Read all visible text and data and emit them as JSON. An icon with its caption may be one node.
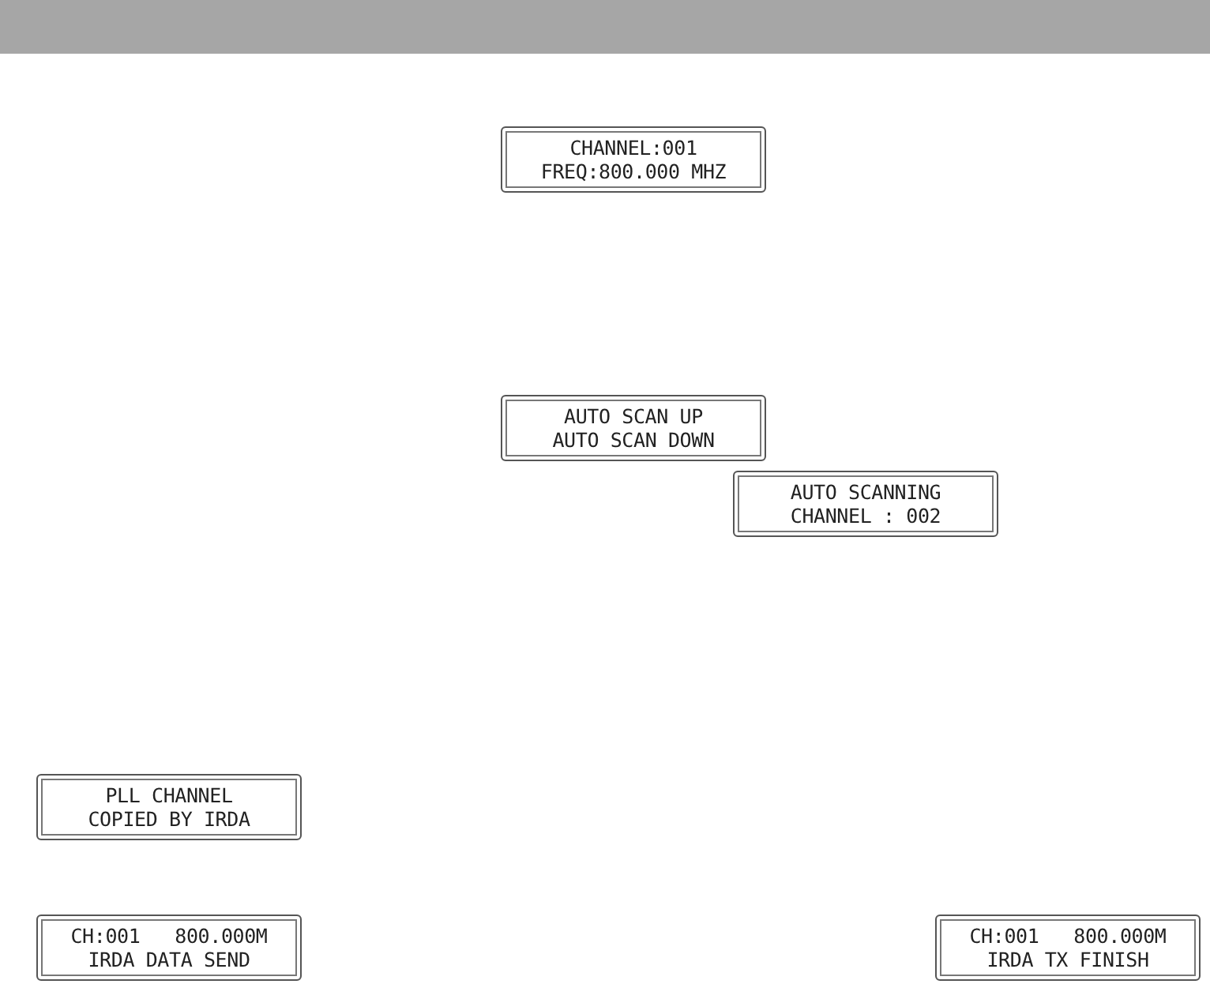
{
  "diagram": {
    "nodes": [
      {
        "text": [
          "CHANNEL:001",
          "FREQ:800.000 MHZ"
        ]
      },
      {
        "text": [
          "AUTO SCAN UP",
          "AUTO SCAN DOWN"
        ]
      },
      {
        "text": [
          "AUTO SCANNING",
          "CHANNEL : 002"
        ]
      },
      {
        "text": [
          "PLL CHANNEL",
          "COPIED BY IRDA"
        ]
      },
      {
        "text": [
          "CH:001   800.000M",
          "IRDA DATA SEND"
        ]
      },
      {
        "text": [
          "CH:001   800.000M",
          "IRDA TX FINISH"
        ]
      }
    ]
  }
}
